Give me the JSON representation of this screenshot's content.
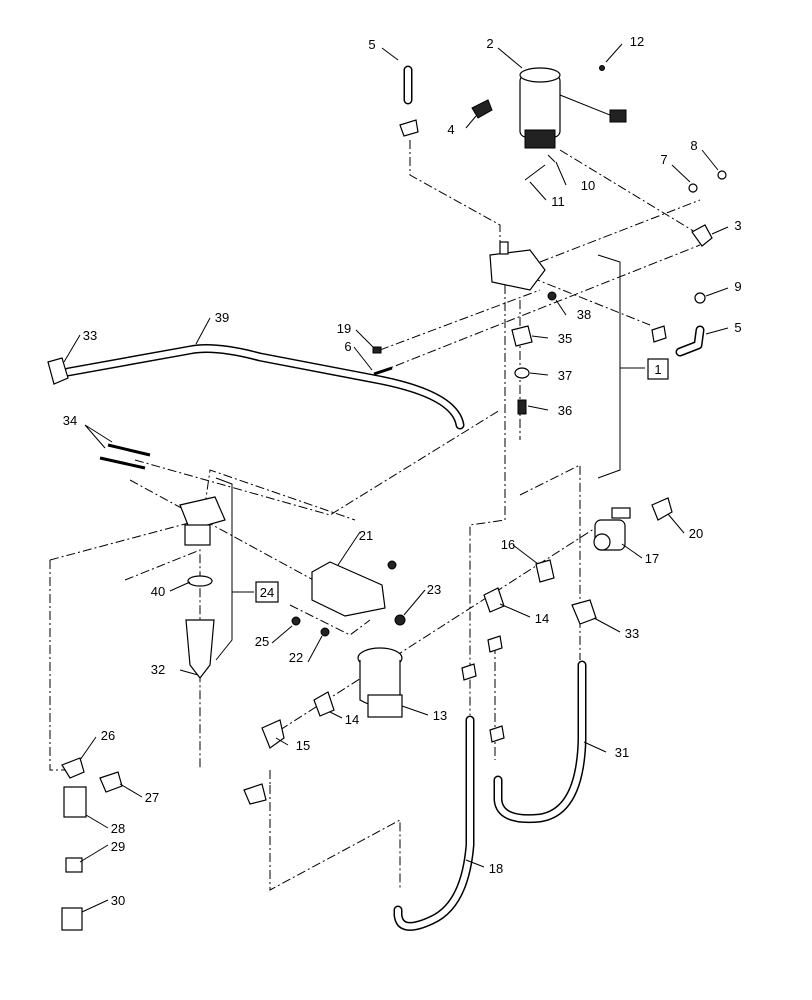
{
  "callouts": [
    {
      "id": "c5a",
      "text": "5"
    },
    {
      "id": "c2",
      "text": "2"
    },
    {
      "id": "c12",
      "text": "12"
    },
    {
      "id": "c4",
      "text": "4"
    },
    {
      "id": "c7",
      "text": "7"
    },
    {
      "id": "c8",
      "text": "8"
    },
    {
      "id": "c10",
      "text": "10"
    },
    {
      "id": "c11",
      "text": "11"
    },
    {
      "id": "c3",
      "text": "3"
    },
    {
      "id": "c9",
      "text": "9"
    },
    {
      "id": "c5b",
      "text": "5"
    },
    {
      "id": "c38",
      "text": "38"
    },
    {
      "id": "c35",
      "text": "35"
    },
    {
      "id": "c37",
      "text": "37"
    },
    {
      "id": "c36",
      "text": "36"
    },
    {
      "id": "c19",
      "text": "19"
    },
    {
      "id": "c6",
      "text": "6"
    },
    {
      "id": "c39",
      "text": "39"
    },
    {
      "id": "c33a",
      "text": "33"
    },
    {
      "id": "c34",
      "text": "34"
    },
    {
      "id": "c1",
      "text": "1"
    },
    {
      "id": "c21",
      "text": "21"
    },
    {
      "id": "c16",
      "text": "16"
    },
    {
      "id": "c17",
      "text": "17"
    },
    {
      "id": "c20",
      "text": "20"
    },
    {
      "id": "c40",
      "text": "40"
    },
    {
      "id": "c24",
      "text": "24"
    },
    {
      "id": "c23",
      "text": "23"
    },
    {
      "id": "c14a",
      "text": "14"
    },
    {
      "id": "c33b",
      "text": "33"
    },
    {
      "id": "c25",
      "text": "25"
    },
    {
      "id": "c22",
      "text": "22"
    },
    {
      "id": "c32",
      "text": "32"
    },
    {
      "id": "c13",
      "text": "13"
    },
    {
      "id": "c14b",
      "text": "14"
    },
    {
      "id": "c15",
      "text": "15"
    },
    {
      "id": "c26",
      "text": "26"
    },
    {
      "id": "c27",
      "text": "27"
    },
    {
      "id": "c31",
      "text": "31"
    },
    {
      "id": "c28",
      "text": "28"
    },
    {
      "id": "c29",
      "text": "29"
    },
    {
      "id": "c18",
      "text": "18"
    },
    {
      "id": "c30",
      "text": "30"
    }
  ]
}
